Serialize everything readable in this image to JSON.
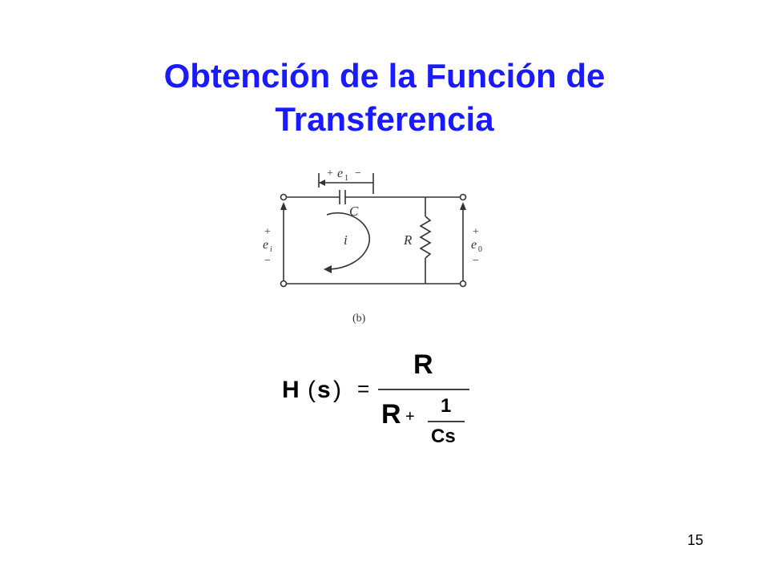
{
  "slide": {
    "title_line1": "Obtención de la Función de",
    "title_line2": "Transferencia",
    "page_number": "15"
  },
  "colors": {
    "title": "#1a1aff",
    "ink": "#333333",
    "background": "#ffffff"
  },
  "circuit": {
    "capacitor_voltage_plus": "+",
    "capacitor_voltage_label": "e",
    "capacitor_voltage_sub": "1",
    "capacitor_voltage_minus": "−",
    "capacitor_label": "C",
    "current_label": "i",
    "resistor_label": "R",
    "input_plus": "+",
    "input_label": "e",
    "input_sub": "i",
    "input_minus": "−",
    "output_plus": "+",
    "output_label": "e",
    "output_sub": "0",
    "output_minus": "−",
    "caption": "(b)"
  },
  "formula": {
    "lhs_H": "H",
    "lhs_open": "(",
    "lhs_s": "s",
    "lhs_close": ")",
    "equals": "=",
    "numerator": "R",
    "denominator_R": "R",
    "plus": "+",
    "fraction_num": "1",
    "fraction_den": "Cs"
  }
}
